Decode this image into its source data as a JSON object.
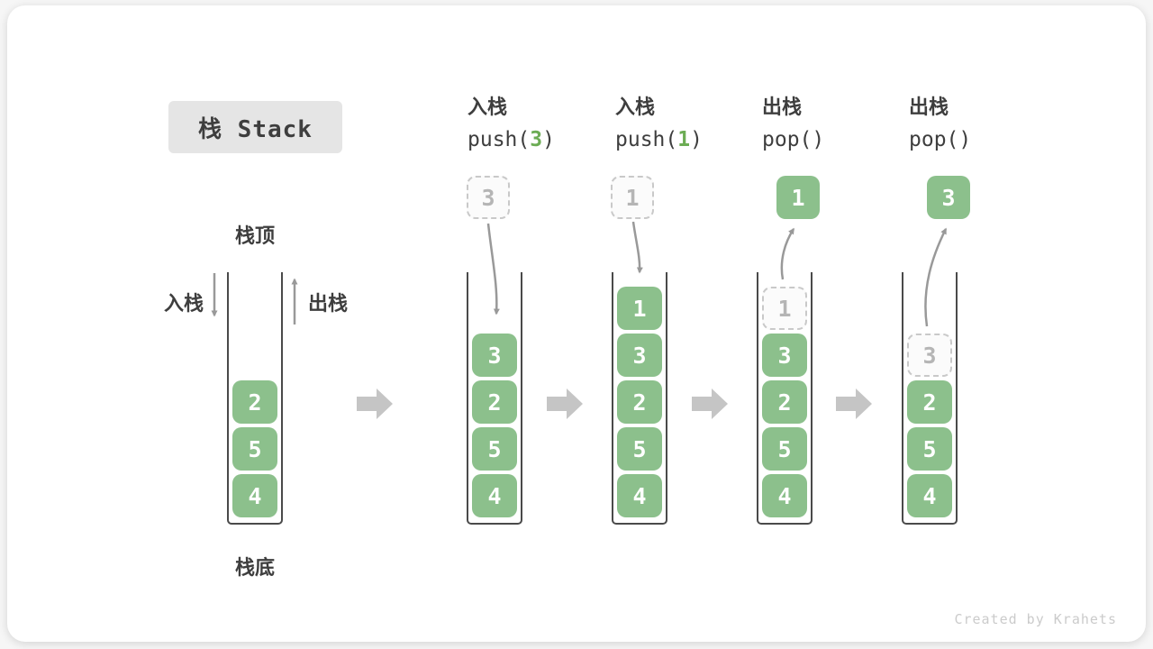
{
  "title": "栈 Stack",
  "watermark": "Created by Krahets",
  "colors": {
    "green": "#8CC08C",
    "code_green": "#6CAC54",
    "arrow_gray": "#999999",
    "block_arrow": "#C5C5C5",
    "dashed_border": "#C9C9C9",
    "dashed_text": "#B5B5B5",
    "wall": "#4A4A4A",
    "text_dark": "#3E3E3E",
    "title_bg": "#E5E5E5",
    "watermark_gray": "#CBCBCB"
  },
  "base_stack": {
    "top_label": "栈顶",
    "bottom_label": "栈底",
    "push_label": "入栈",
    "pop_label": "出栈",
    "cells": [
      {
        "value": "2",
        "style": "solid"
      },
      {
        "value": "5",
        "style": "solid"
      },
      {
        "value": "4",
        "style": "solid"
      }
    ]
  },
  "operations": [
    {
      "label": "入栈",
      "code_prefix": "push(",
      "code_arg": "3",
      "code_suffix": ")",
      "top_box": {
        "value": "3",
        "style": "dashed"
      },
      "arrow": "down",
      "cells": [
        {
          "value": "3",
          "style": "solid"
        },
        {
          "value": "2",
          "style": "solid"
        },
        {
          "value": "5",
          "style": "solid"
        },
        {
          "value": "4",
          "style": "solid"
        }
      ]
    },
    {
      "label": "入栈",
      "code_prefix": "push(",
      "code_arg": "1",
      "code_suffix": ")",
      "top_box": {
        "value": "1",
        "style": "dashed"
      },
      "arrow": "down",
      "cells": [
        {
          "value": "1",
          "style": "solid"
        },
        {
          "value": "3",
          "style": "solid"
        },
        {
          "value": "2",
          "style": "solid"
        },
        {
          "value": "5",
          "style": "solid"
        },
        {
          "value": "4",
          "style": "solid"
        }
      ]
    },
    {
      "label": "出栈",
      "code_prefix": "pop(",
      "code_arg": "",
      "code_suffix": ")",
      "top_box": {
        "value": "1",
        "style": "solid"
      },
      "arrow": "up",
      "cells": [
        {
          "value": "1",
          "style": "dashed"
        },
        {
          "value": "3",
          "style": "solid"
        },
        {
          "value": "2",
          "style": "solid"
        },
        {
          "value": "5",
          "style": "solid"
        },
        {
          "value": "4",
          "style": "solid"
        }
      ]
    },
    {
      "label": "出栈",
      "code_prefix": "pop(",
      "code_arg": "",
      "code_suffix": ")",
      "top_box": {
        "value": "3",
        "style": "solid"
      },
      "arrow": "up",
      "cells": [
        {
          "value": "3",
          "style": "dashed"
        },
        {
          "value": "2",
          "style": "solid"
        },
        {
          "value": "5",
          "style": "solid"
        },
        {
          "value": "4",
          "style": "solid"
        }
      ]
    }
  ]
}
